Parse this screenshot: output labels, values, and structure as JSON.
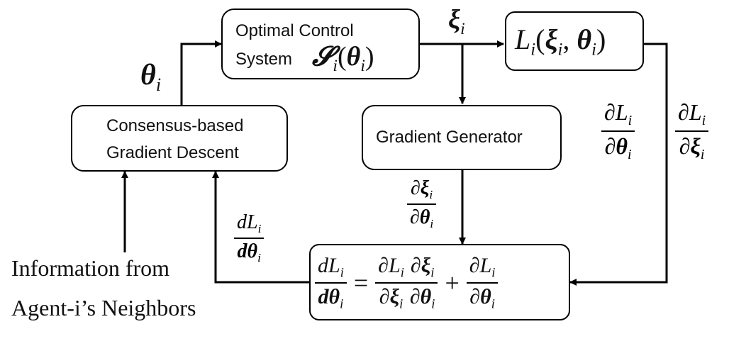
{
  "boxes": {
    "optimal_control": {
      "line1": "Optimal Control",
      "line2": "System",
      "math": {
        "symbol": "𝓢",
        "sub": "i",
        "arg_open": "(",
        "arg": "θ",
        "arg_sub": "i",
        "arg_close": ")"
      }
    },
    "loss": {
      "symbol": "L",
      "sub": "i",
      "open": "(",
      "a": "ξ",
      "a_sub": "i",
      "comma": ", ",
      "b": "θ",
      "b_sub": "i",
      "close": ")"
    },
    "gradient_generator": {
      "label": "Gradient Generator"
    },
    "consensus": {
      "line1": "Consensus-based",
      "line2": "Gradient Descent"
    },
    "chain_rule": {
      "lhs_num": "dL",
      "lhs_num_sub": "i",
      "lhs_den": "dθ",
      "lhs_den_sub": "i",
      "equals": "=",
      "t1_num": "∂L",
      "t1_num_sub": "i",
      "t1_den": "∂ξ",
      "t1_den_sub": "i",
      "t2_num": "∂ξ",
      "t2_num_sub": "i",
      "t2_den": "∂θ",
      "t2_den_sub": "i",
      "plus": "+",
      "t3_num": "∂L",
      "t3_num_sub": "i",
      "t3_den": "∂θ",
      "t3_den_sub": "i"
    }
  },
  "labels": {
    "theta": {
      "sym": "θ",
      "sub": "i"
    },
    "xi": {
      "sym": "ξ",
      "sub": "i"
    },
    "dL_dtheta_partial": {
      "num": "∂L",
      "num_sub": "i",
      "den": "∂θ",
      "den_sub": "i"
    },
    "dL_dxi_partial": {
      "num": "∂L",
      "num_sub": "i",
      "den": "∂ξ",
      "den_sub": "i"
    },
    "dxi_dtheta": {
      "num": "∂ξ",
      "num_sub": "i",
      "den": "∂θ",
      "den_sub": "i"
    },
    "dL_dtheta_total": {
      "num": "dL",
      "num_sub": "i",
      "den": "dθ",
      "den_sub": "i"
    },
    "info_line1": "Information from",
    "info_line2": "Agent-i’s Neighbors"
  }
}
